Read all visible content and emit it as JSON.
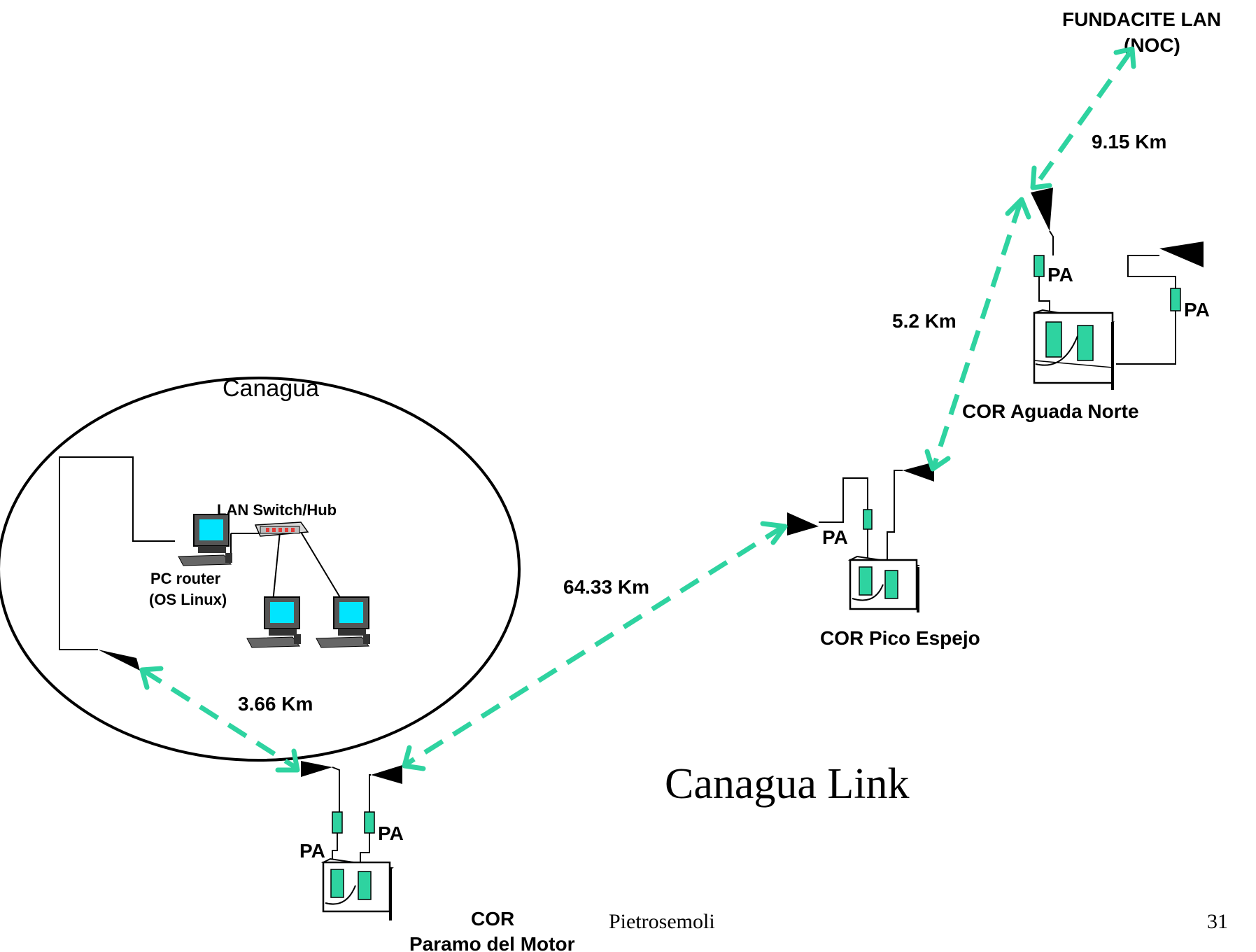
{
  "title": "Canagua Link",
  "footer": {
    "author": "Pietrosemoli",
    "page_number": "31"
  },
  "canagua": {
    "label": "Canagua",
    "switch_label": "LAN Switch/Hub",
    "router_label_1": "PC router",
    "router_label_2": "(OS Linux)"
  },
  "sites": {
    "noc_1": "FUNDACITE  LAN",
    "noc_2": "(NOC)",
    "aguada": "COR Aguada Norte",
    "pico": "COR Pico Espejo",
    "paramo_1": "COR",
    "paramo_2": "Paramo del Motor"
  },
  "links": [
    {
      "id": "noc-aguada",
      "distance": "9.15 Km"
    },
    {
      "id": "aguada-pico",
      "distance": "5.2 Km"
    },
    {
      "id": "pico-paramo",
      "distance": "64.33 Km"
    },
    {
      "id": "paramo-canagua",
      "distance": "3.66 Km"
    }
  ],
  "amplifier_label": "PA",
  "colors": {
    "link": "#2ed3a0",
    "amplifier": "#2ed3a0",
    "screen": "#00e5ff"
  }
}
